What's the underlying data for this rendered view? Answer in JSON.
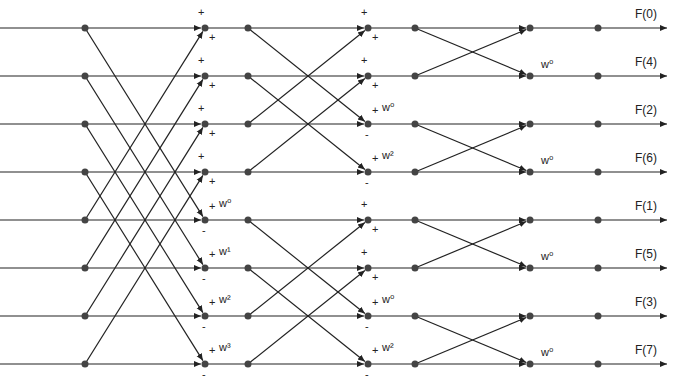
{
  "diagram": {
    "labels": [
      "+",
      "+",
      "+",
      "+",
      "+",
      "+",
      "+",
      "+",
      "+",
      "w⁰",
      "-",
      "+",
      "w¹",
      "-",
      "+",
      "w²",
      "-",
      "+",
      "w³",
      "-",
      "+",
      "+",
      "+",
      "+",
      "+",
      "w⁰",
      "-",
      "+",
      "w²",
      "-",
      "+",
      "+",
      "+",
      "+",
      "+",
      "w⁰",
      "-",
      "+",
      "w²",
      "-",
      "w⁰",
      "w⁰",
      "w⁰",
      "w⁰",
      "F(0)",
      "F(4)",
      "F(2)",
      "F(6)",
      "F(1)",
      "F(5)",
      "F(3)",
      "F(7)"
    ]
  }
}
